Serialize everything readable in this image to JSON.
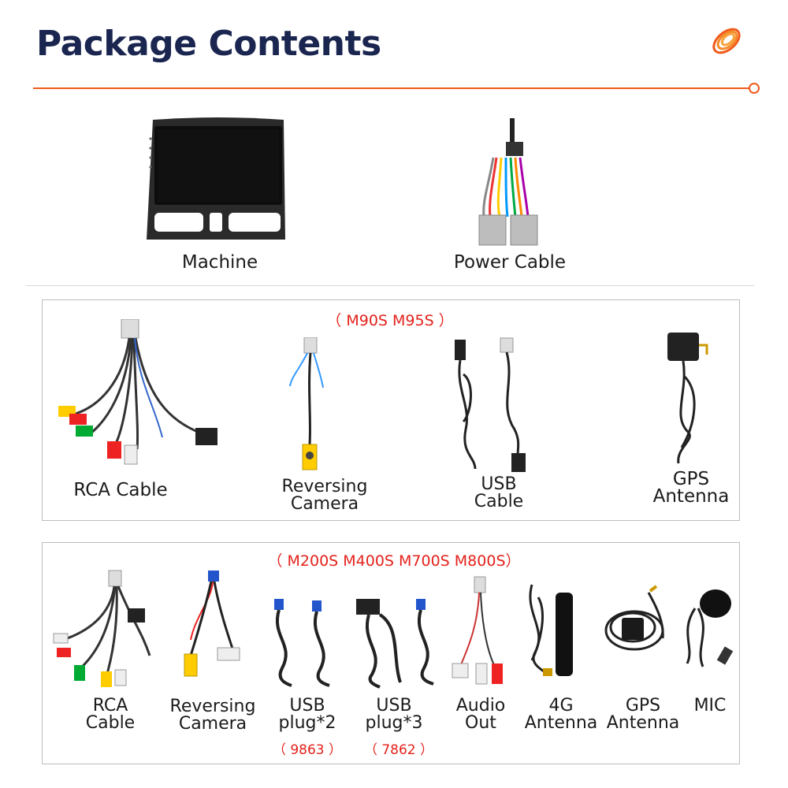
{
  "header": {
    "title": "Package Contents"
  },
  "top_items": [
    {
      "label": "Machine",
      "icon": "machine-icon"
    },
    {
      "label": "Power Cable",
      "icon": "power-cable-icon"
    }
  ],
  "group1": {
    "models": "（ M90S M95S ）",
    "items": [
      {
        "label": "RCA Cable",
        "icon": "rca-cable-icon"
      },
      {
        "label_line1": "Reversing",
        "label_line2": "Camera",
        "icon": "reversing-camera-cable-icon"
      },
      {
        "label_line1": "USB",
        "label_line2": "Cable",
        "icon": "usb-cable-icon"
      },
      {
        "label_line1": "GPS",
        "label_line2": "Antenna",
        "icon": "gps-antenna-icon"
      }
    ]
  },
  "group2": {
    "models": "（ M200S M400S M700S M800S）",
    "items": [
      {
        "label_line1": "RCA",
        "label_line2": "Cable",
        "icon": "rca-cable-icon"
      },
      {
        "label_line1": "Reversing",
        "label_line2": "Camera",
        "icon": "reversing-camera-cable-icon"
      },
      {
        "label_line1": "USB",
        "label_line2": "plug*2",
        "code": "（ 9863 ）",
        "icon": "usb-plug-2-icon"
      },
      {
        "label_line1": "USB",
        "label_line2": "plug*3",
        "code": "（ 7862 ）",
        "icon": "usb-plug-3-icon"
      },
      {
        "label_line1": "Audio",
        "label_line2": "Out",
        "icon": "audio-out-cable-icon"
      },
      {
        "label_line1": "4G",
        "label_line2": "Antenna",
        "icon": "4g-antenna-icon"
      },
      {
        "label_line1": "GPS",
        "label_line2": "Antenna",
        "icon": "gps-antenna-icon"
      },
      {
        "label_line1": "MIC",
        "icon": "mic-icon"
      }
    ]
  },
  "colors": {
    "accent": "#f05a1a",
    "title": "#1a2550",
    "model_text": "#e3221b",
    "border": "#bdbdbd"
  }
}
